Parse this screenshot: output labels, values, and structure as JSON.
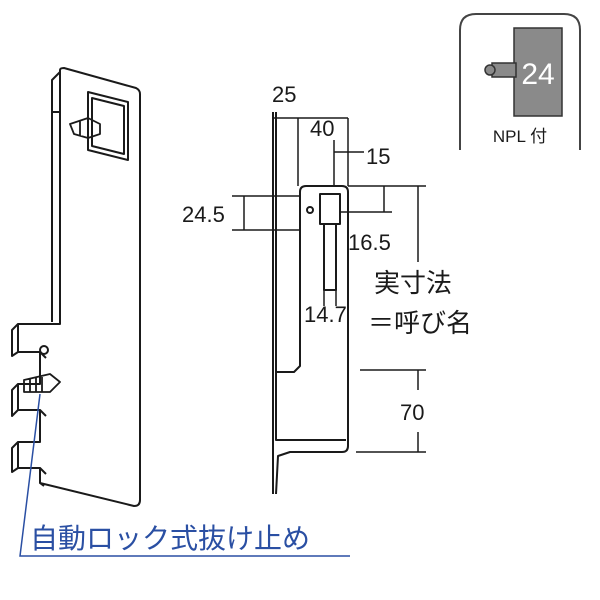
{
  "badge": {
    "number": "24",
    "caption": "NPL 付"
  },
  "dimensions": {
    "d25": "25",
    "d40": "40",
    "d15": "15",
    "d24_5": "24.5",
    "d16_5": "16.5",
    "d14_7": "14.7",
    "d70": "70"
  },
  "notes": {
    "actual_size": "実寸法",
    "equals_nominal": "＝呼び名"
  },
  "callout": {
    "text": "自動ロック式抜け止め"
  },
  "colors": {
    "line": "#1a1a1a",
    "callout": "#2a4fa3",
    "badge_fill": "#8a8a8a",
    "badge_border": "#444444"
  }
}
